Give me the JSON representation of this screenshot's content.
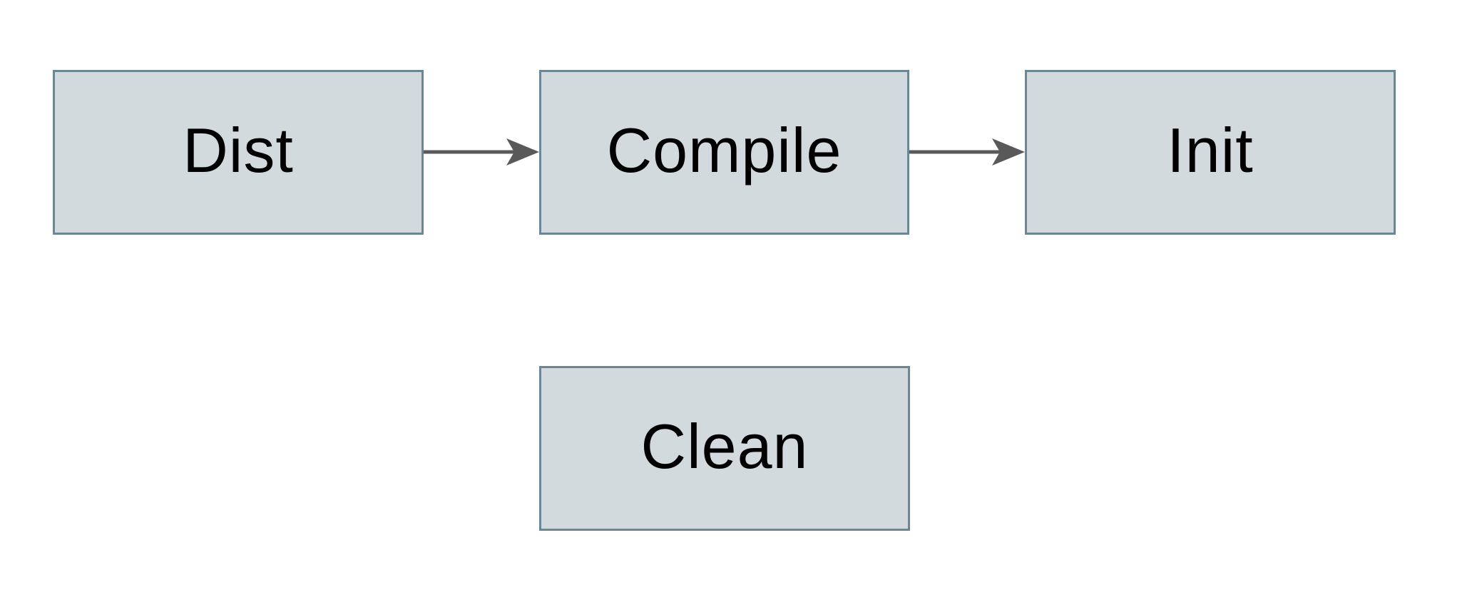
{
  "diagram": {
    "background_color": "#ffffff",
    "node_fill_color": "#d2dade",
    "node_border_color": "#6b8694",
    "arrow_color": "#595959",
    "label_color": "#000000",
    "nodes": [
      {
        "id": "dist",
        "label": "Dist"
      },
      {
        "id": "compile",
        "label": "Compile"
      },
      {
        "id": "init",
        "label": "Init"
      },
      {
        "id": "clean",
        "label": "Clean"
      }
    ],
    "edges": [
      {
        "from": "Dist",
        "to": "Compile",
        "direction": "right"
      },
      {
        "from": "Compile",
        "to": "Init",
        "direction": "right"
      }
    ]
  }
}
